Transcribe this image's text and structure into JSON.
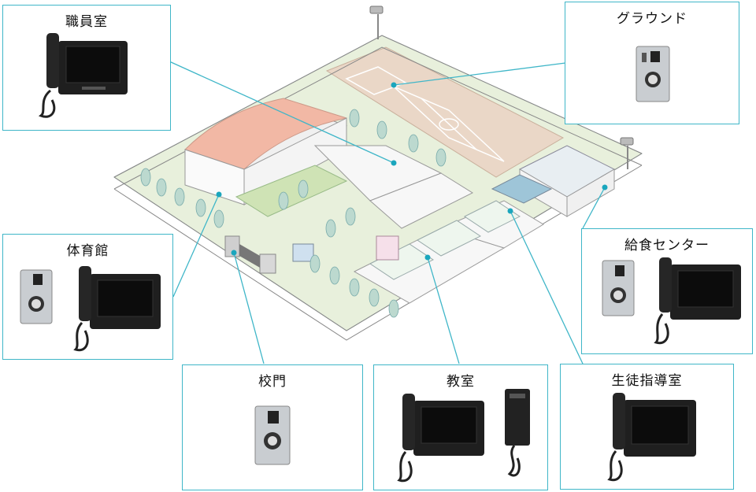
{
  "labels": {
    "staff_room": "職員室",
    "ground": "グラウンド",
    "gymnasium": "体育館",
    "lunch_center": "給食センター",
    "school_gate": "校門",
    "classroom": "教室",
    "guidance_room": "生徒指導室"
  },
  "colors": {
    "callout_line": "#3fb6c8",
    "roof": "#f2b8a5",
    "lawn": "#e4efd6",
    "ground_field": "#ead7c7",
    "fence": "#888888"
  },
  "icons": {
    "master_station": "desk-intercom-monitor-icon",
    "door_station": "door-station-icon",
    "handset_sub_station": "handset-sub-station-icon",
    "camera": "cctv-camera-icon"
  }
}
